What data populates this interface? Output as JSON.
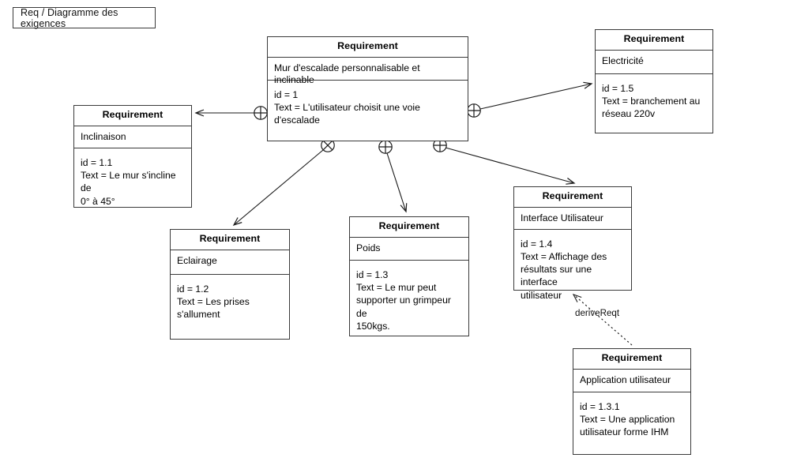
{
  "diagram": {
    "frame_label": "Req / Diagramme des exigences",
    "stereotype": "Requirement",
    "background_color": "#ffffff",
    "line_color": "#3a3a3a"
  },
  "blocks": [
    {
      "key": "inclinaison",
      "stereotype": "Requirement",
      "name": "Inclinaison",
      "properties": "id = 1.1\nText = Le mur s'incline de\n0° à 45°",
      "id": "1.1"
    },
    {
      "key": "mur",
      "stereotype": "Requirement",
      "name": "Mur d'escalade personnalisable et inclinable",
      "properties": "id = 1\nText = L'utilisateur choisit une voie d'escalade",
      "id": "1"
    },
    {
      "key": "electricite",
      "stereotype": "Requirement",
      "name": "Electricité",
      "properties": "id = 1.5\nText = branchement au\nréseau 220v",
      "id": "1.5"
    },
    {
      "key": "eclairage",
      "stereotype": "Requirement",
      "name": "Eclairage",
      "properties": "id = 1.2\nText = Les prises s'allument",
      "id": "1.2"
    },
    {
      "key": "poids",
      "stereotype": "Requirement",
      "name": "Poids",
      "properties": "id = 1.3\nText = Le mur peut\nsupporter un grimpeur de\n150kgs.",
      "id": "1.3"
    },
    {
      "key": "interface_utilisateur",
      "stereotype": "Requirement",
      "name": "Interface Utilisateur",
      "properties": "id = 1.4\nText = Affichage des\nrésultats sur une interface\nutilisateur",
      "id": "1.4"
    },
    {
      "key": "application_utilisateur",
      "stereotype": "Requirement",
      "name": "Application utilisateur",
      "properties": "id = 1.3.1\nText = Une application\nutilisateur forme IHM",
      "id": "1.3.1"
    }
  ],
  "relationships": [
    {
      "key": "r1",
      "type": "containment",
      "source": "mur",
      "target": "inclinaison",
      "label": ""
    },
    {
      "key": "r2",
      "type": "containment",
      "source": "mur",
      "target": "electricite",
      "label": ""
    },
    {
      "key": "r3",
      "type": "containment",
      "source": "mur",
      "target": "eclairage",
      "label": ""
    },
    {
      "key": "r4",
      "type": "containment",
      "source": "mur",
      "target": "poids",
      "label": ""
    },
    {
      "key": "r5",
      "type": "containment",
      "source": "mur",
      "target": "interface_utilisateur",
      "label": ""
    },
    {
      "key": "r6",
      "type": "deriveReqt",
      "source": "application_utilisateur",
      "target": "interface_utilisateur",
      "label": "deriveReqt"
    }
  ]
}
